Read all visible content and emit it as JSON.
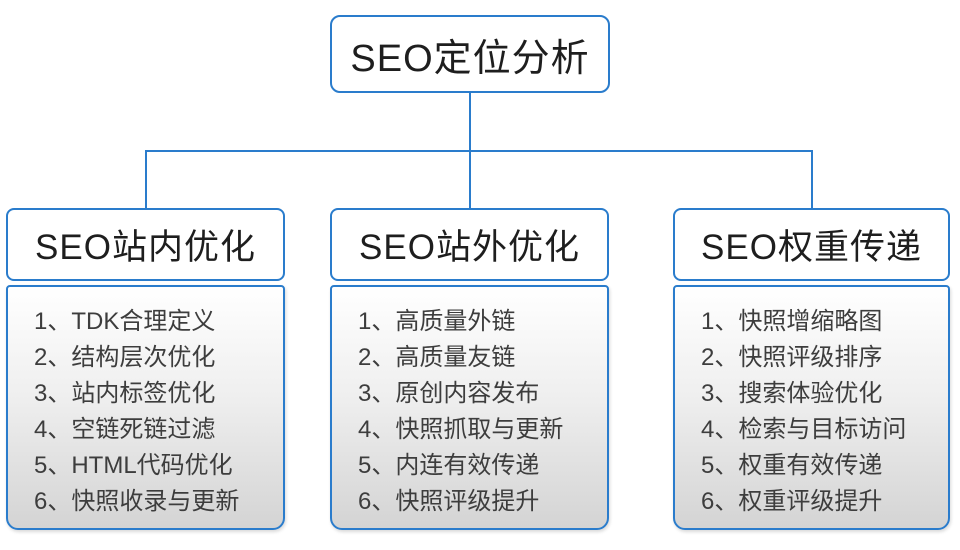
{
  "colors": {
    "accent_blue": "#2a7ccc",
    "header_text": "#1e1e1e",
    "item_text": "#3d3d3d",
    "panel_top": "#ffffff",
    "panel_mid": "#efefef",
    "panel_bottom": "#d4d4d4",
    "page_bg": "#ffffff"
  },
  "root": {
    "label": "SEO定位分析"
  },
  "columns": [
    {
      "title": "SEO站内优化",
      "items": [
        "1、TDK合理定义",
        "2、结构层次优化",
        "3、站内标签优化",
        "4、空链死链过滤",
        "5、HTML代码优化",
        "6、快照收录与更新"
      ]
    },
    {
      "title": "SEO站外优化",
      "items": [
        "1、高质量外链",
        "2、高质量友链",
        "3、原创内容发布",
        "4、快照抓取与更新",
        "5、内连有效传递",
        "6、快照评级提升"
      ]
    },
    {
      "title": "SEO权重传递",
      "items": [
        "1、快照增缩略图",
        "2、快照评级排序",
        "3、搜索体验优化",
        "4、检索与目标访问",
        "5、权重有效传递",
        "6、权重评级提升"
      ]
    }
  ]
}
